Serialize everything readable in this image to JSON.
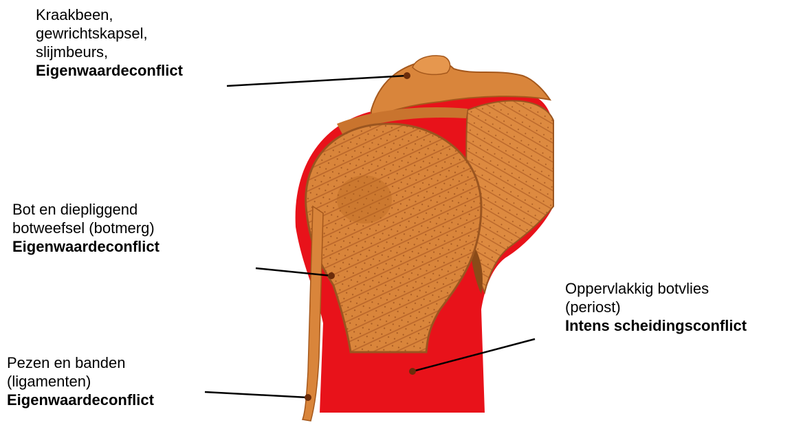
{
  "labels": {
    "cartilage": {
      "line1": "Kraakbeen,",
      "line2": "gewrichtskapsel,",
      "line3": "slijmbeurs,",
      "conflict": "Eigenwaardeconflict"
    },
    "bone": {
      "line1": "Bot en diepliggend",
      "line2": "botweefsel (botmerg)",
      "conflict": "Eigenwaardeconflict"
    },
    "periosteum": {
      "line1": "Oppervlakkig botvlies",
      "line2": "(periost)",
      "conflict": "Intens scheidingsconflict"
    },
    "tendons": {
      "line1": "Pezen en banden",
      "line2": "(ligamenten)",
      "conflict": "Eigenwaardeconflict"
    }
  },
  "colors": {
    "bone": "#d9853b",
    "bone_dark": "#b5651d",
    "bone_light": "#e8a060",
    "periosteum": "#e8121a",
    "leader_line": "#000000",
    "marker_dot": "#6b2c0a"
  }
}
